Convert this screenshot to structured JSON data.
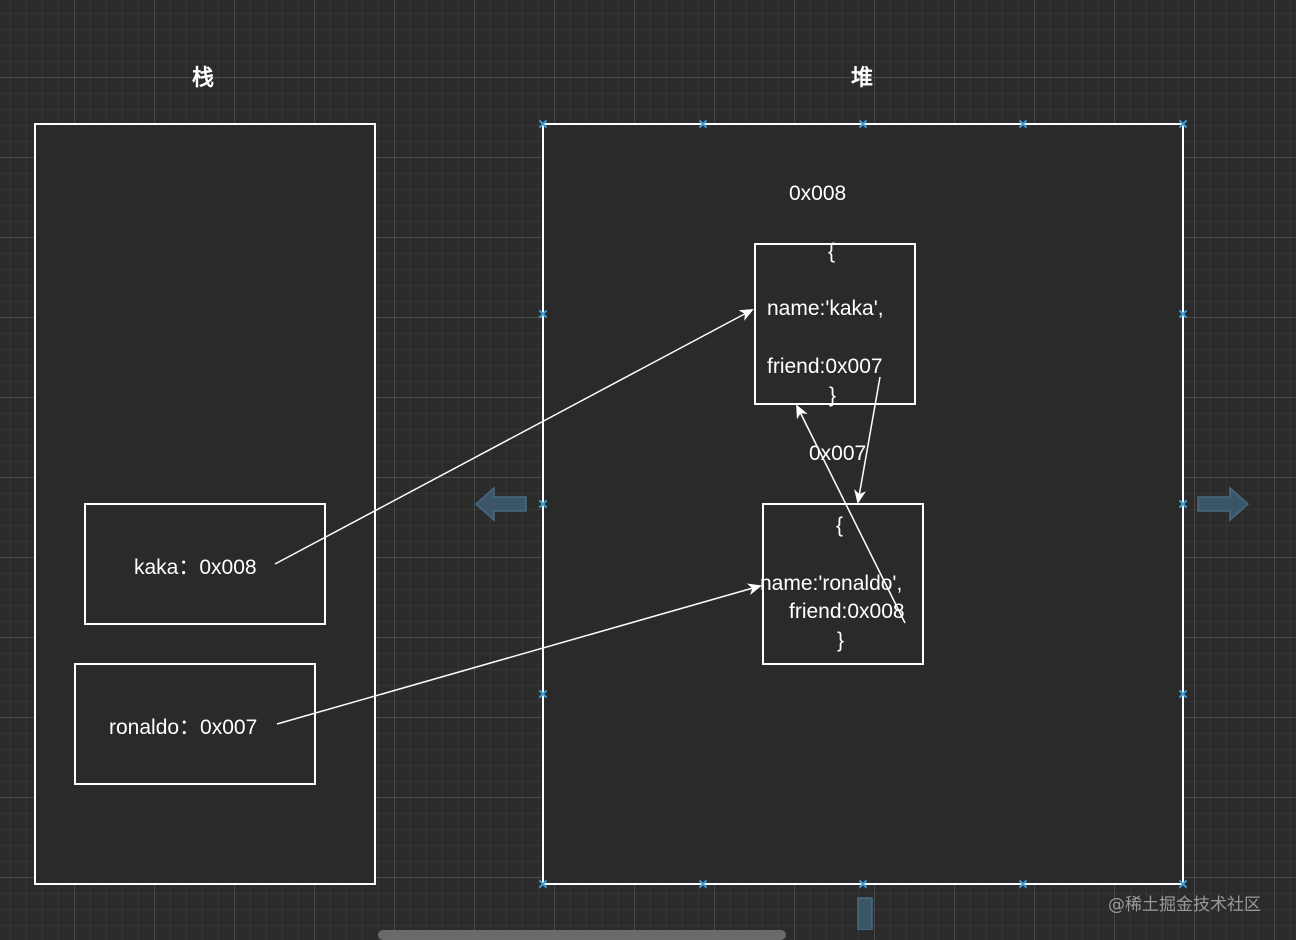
{
  "stack": {
    "heading": "栈",
    "entries": [
      {
        "label": "kaka：0x008"
      },
      {
        "label": "ronaldo：0x007"
      }
    ]
  },
  "heap": {
    "heading": "堆",
    "address_top": "0x008",
    "address_middle": "0x007",
    "objects": [
      {
        "open": "{",
        "name": "name:'kaka',",
        "friend": "friend:0x007",
        "close": "}"
      },
      {
        "open": "{",
        "name": "name:'ronaldo',",
        "friend": "friend:0x008",
        "close": "}"
      }
    ]
  },
  "watermark": "@稀土掘金技术社区",
  "colors": {
    "background": "#2b2b2b",
    "stroke": "#ffffff",
    "handle": "#3d9fd8",
    "hint_arrow": "#3a5566"
  }
}
